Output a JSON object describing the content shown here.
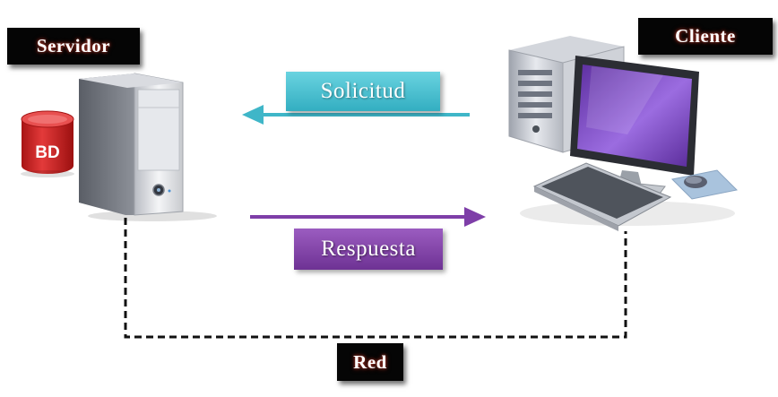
{
  "diagram": {
    "server_label": "Servidor",
    "client_label": "Cliente",
    "database_label": "BD",
    "request_label": "Solicitud",
    "response_label": "Respuesta",
    "network_label": "Red"
  },
  "colors": {
    "request": "#3fb6c8",
    "response": "#7e3ea8",
    "database": "#d42a2a",
    "label_bg": "#050505",
    "network_line": "#111111"
  },
  "icons": {
    "server": "server-tower-icon",
    "database": "database-cylinder-icon",
    "client": "desktop-computer-icon"
  }
}
